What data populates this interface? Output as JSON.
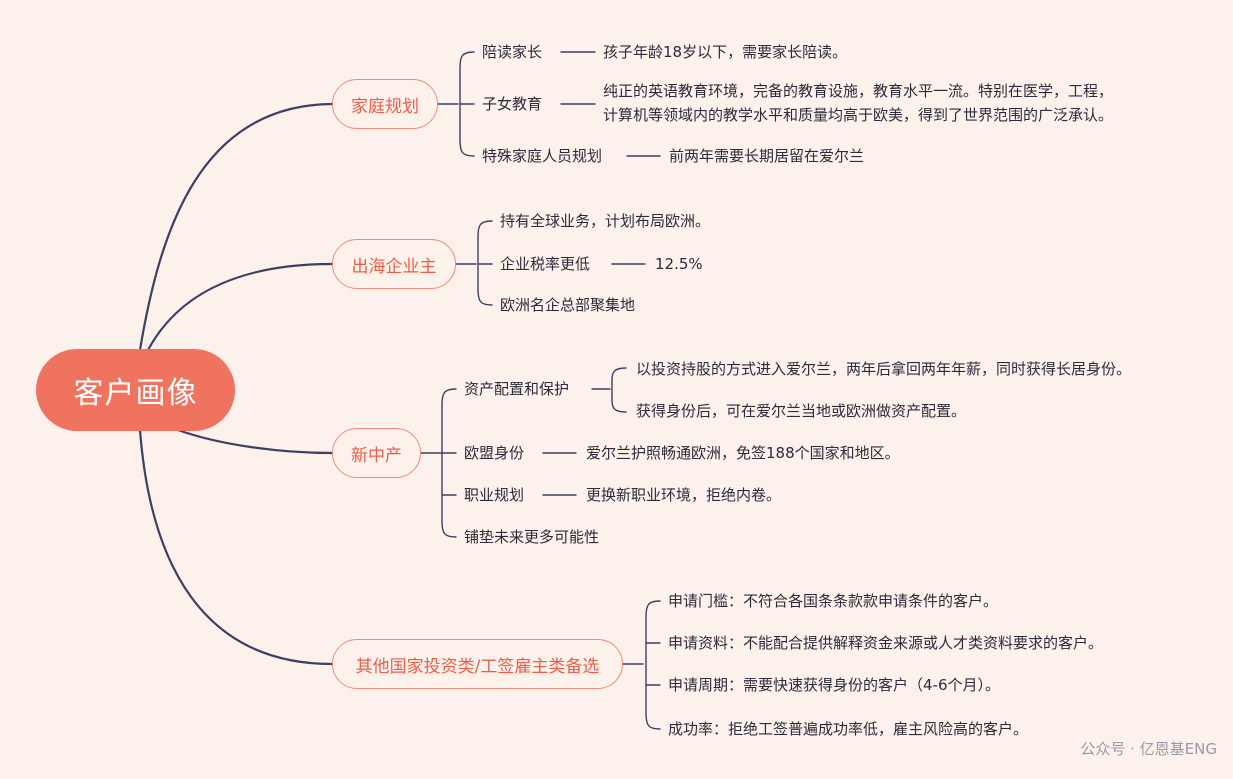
{
  "root": "客户画像",
  "branches": [
    {
      "label": "家庭规划",
      "items": [
        {
          "label": "陪读家长",
          "detail": "孩子年龄18岁以下，需要家长陪读。"
        },
        {
          "label": "子女教育",
          "detail_lines": [
            "纯正的英语教育环境，完备的教育设施，教育水平一流。特别在医学，工程，",
            "计算机等领域内的教学水平和质量均高于欧美，得到了世界范围的广泛承认。"
          ]
        },
        {
          "label": "特殊家庭人员规划",
          "detail": "前两年需要长期居留在爱尔兰"
        }
      ]
    },
    {
      "label": "出海企业主",
      "items": [
        {
          "label": "持有全球业务，计划布局欧洲。"
        },
        {
          "label": "企业税率更低",
          "detail": "12.5%"
        },
        {
          "label": "欧洲名企总部聚集地"
        }
      ]
    },
    {
      "label": "新中产",
      "items": [
        {
          "label": "资产配置和保护",
          "details": [
            "以投资持股的方式进入爱尔兰，两年后拿回两年年薪，同时获得长居身份。",
            "获得身份后，可在爱尔兰当地或欧洲做资产配置。"
          ]
        },
        {
          "label": "欧盟身份",
          "detail": "爱尔兰护照畅通欧洲，免签188个国家和地区。"
        },
        {
          "label": "职业规划",
          "detail": "更换新职业环境，拒绝内卷。"
        },
        {
          "label": "铺垫未来更多可能性"
        }
      ]
    },
    {
      "label": "其他国家投资类/工签雇主类备选",
      "items": [
        {
          "label": "申请门槛：不符合各国条条款款申请条件的客户。"
        },
        {
          "label": "申请资料：不能配合提供解释资金来源或人才类资料要求的客户。"
        },
        {
          "label": "申请周期：需要快速获得身份的客户（4-6个月）。"
        },
        {
          "label": "成功率：拒绝工签普遍成功率低，雇主风险高的客户。"
        }
      ]
    }
  ],
  "watermark": "公众号 · 亿恩基ENG",
  "colors": {
    "background": "#fdf1eb",
    "root": "#ef735f",
    "branch_border": "#ef8a78",
    "branch_text": "#e8604c",
    "line": "#3d3f63"
  }
}
